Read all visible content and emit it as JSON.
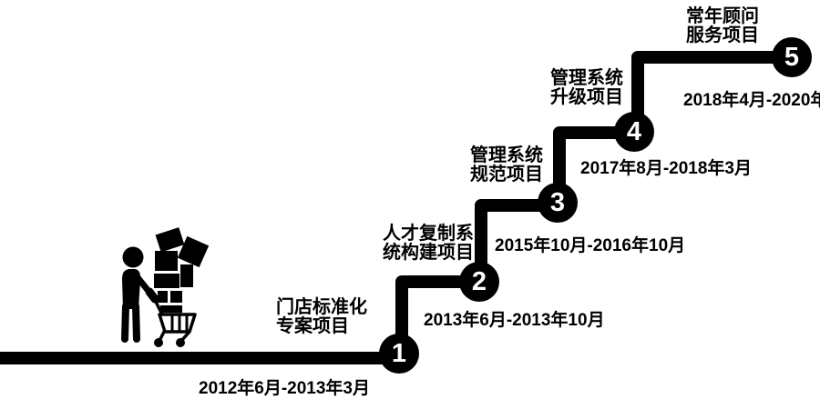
{
  "colors": {
    "ink": "#000000",
    "background": "#ffffff",
    "number_text": "#ffffff"
  },
  "icon": {
    "name": "person-pushing-cart-with-boxes"
  },
  "steps": [
    {
      "number": "1",
      "label_line1": "门店标准化",
      "label_line2": "专案项目",
      "date": "2012年6月-2013年3月"
    },
    {
      "number": "2",
      "label_line1": "人才复制系",
      "label_line2": "统构建项目",
      "date": "2013年6月-2013年10月"
    },
    {
      "number": "3",
      "label_line1": "管理系统",
      "label_line2": "规范项目",
      "date": "2015年10月-2016年10月"
    },
    {
      "number": "4",
      "label_line1": "管理系统",
      "label_line2": "升级项目",
      "date": "2017年8月-2018年3月"
    },
    {
      "number": "5",
      "label_line1": "常年顾问",
      "label_line2": "服务项目",
      "date": "2018年4月-2020年"
    }
  ]
}
